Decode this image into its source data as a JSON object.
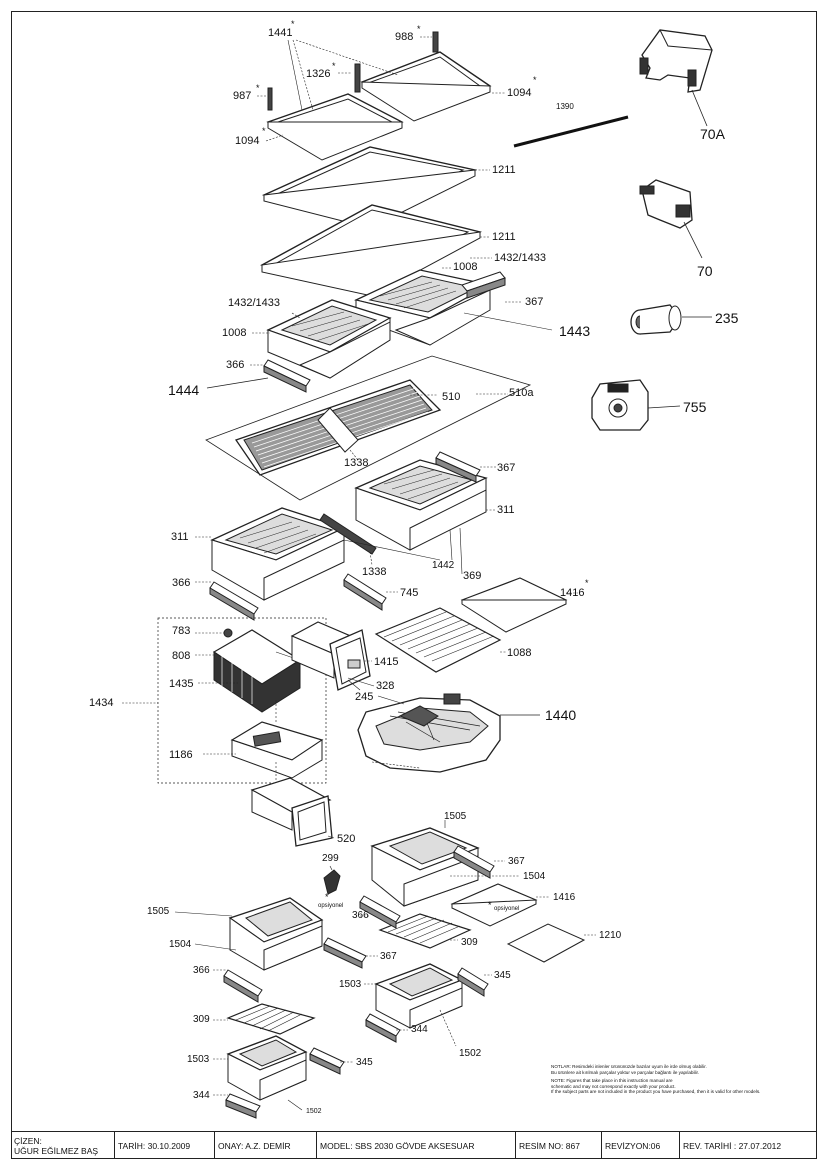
{
  "callouts": {
    "c1441": "1441",
    "c988": "988",
    "c1326": "1326",
    "c987": "987",
    "c1094a": "1094",
    "c1094b": "1094",
    "c1390": "1390",
    "c70a": "70A",
    "c1211a": "1211",
    "c1211b": "1211",
    "c70": "70",
    "c1432a": "1432/1433",
    "c1008a": "1008",
    "c1432b": "1432/1433",
    "c367a": "367",
    "c235": "235",
    "c1008b": "1008",
    "c1443": "1443",
    "c366a": "366",
    "c1444": "1444",
    "c510a": "510a",
    "c510": "510",
    "c755": "755",
    "c1338a": "1338",
    "c367b": "367",
    "c311a": "311",
    "c311b": "311",
    "c1442": "1442",
    "c1338b": "1338",
    "c369": "369",
    "c366b": "366",
    "c745": "745",
    "c1416a": "1416",
    "c783": "783",
    "c808": "808",
    "c1415": "1415",
    "c1088": "1088",
    "c1435": "1435",
    "c328": "328",
    "c245": "245",
    "c1434": "1434",
    "c1440": "1440",
    "c1186": "1186",
    "c520": "520",
    "c1505a": "1505",
    "c299": "299",
    "c367c": "367",
    "c1504a": "1504",
    "c1416b": "1416",
    "c1505b": "1505",
    "c366c": "366",
    "c1504b": "1504",
    "c309a": "309",
    "c1210": "1210",
    "c367d": "367",
    "c366d": "366",
    "c345a": "345",
    "c1503a": "1503",
    "c309b": "309",
    "c344a": "344",
    "c1502a": "1502",
    "c1503b": "1503",
    "c345b": "345",
    "c344b": "344",
    "c1502b": "1502"
  },
  "optional_notes": {
    "opt1": "opsiyonel",
    "opt2": "opsiyonel"
  },
  "asterisk": "*",
  "notes": [
    "NOTLAR: Resimdeki inlenler ürününüzde bazılar uyum ile irde olmuş olabilir.",
    "Bu ürünlere ait kırılmalı parçalar yoktur ve parçalar bağlantı ile yapılabilir.",
    "NOTE: Figures that take place in this instruction manual are",
    "schematic and may not correspond exactly with your product.",
    "If the subject parts are not included in the product you have purchased, then it is valid for other models."
  ],
  "title_block": {
    "cizen_label": "ÇİZEN:",
    "cizen_name": "UĞUR EĞİLMEZ BAŞ",
    "tarih": "TARİH: 30.10.2009",
    "onay": "ONAY: A.Z. DEMİR",
    "model": "MODEL: SBS 2030 GÖVDE AKSESUAR",
    "resim": "RESİM NO: 867",
    "revizyon": "REVİZYON:06",
    "rev_tarihi": "REV. TARİHİ : 27.07.2012"
  }
}
